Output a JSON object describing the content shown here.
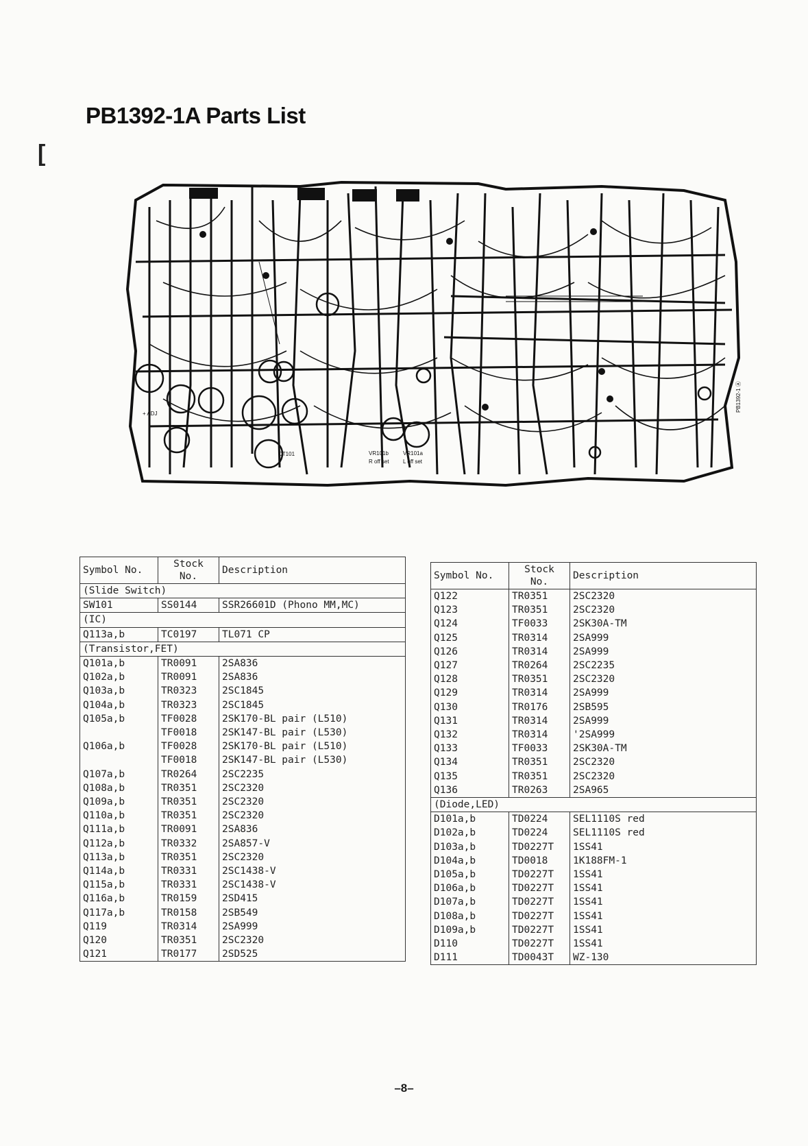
{
  "page": {
    "title": "PB1392-1A Parts List",
    "page_number": "–8–"
  },
  "board": {
    "board_id": "PB1392-1 Ⓐ",
    "labels": {
      "adj": "+ ADJ",
      "vr101b": "VR101b",
      "vr101a": "VR101a",
      "r_offset": "R off set",
      "l_offset": "L off set",
      "ct101": "CT101"
    }
  },
  "left_table": {
    "headers": {
      "symbol": "Symbol No.",
      "stock_line1": "Stock",
      "stock_line2": "No.",
      "description": "Description"
    },
    "sections": {
      "slide_switch": "(Slide Switch)",
      "ic": "(IC)",
      "transistor": "(Transistor,FET)"
    },
    "slide_switch_rows": [
      {
        "symbol": "SW101",
        "stock": "SS0144",
        "desc": "SSR26601D (Phono MM,MC)"
      }
    ],
    "ic_rows": [
      {
        "symbol": "Q113a,b",
        "stock": "TC0197",
        "desc": "TL071 CP"
      }
    ],
    "transistor_rows": [
      {
        "symbol": "Q101a,b",
        "stock": "TR0091",
        "desc": "2SA836"
      },
      {
        "symbol": "Q102a,b",
        "stock": "TR0091",
        "desc": "2SA836"
      },
      {
        "symbol": "Q103a,b",
        "stock": "TR0323",
        "desc": "2SC1845"
      },
      {
        "symbol": "Q104a,b",
        "stock": "TR0323",
        "desc": "2SC1845"
      },
      {
        "symbol": "Q105a,b",
        "stock": "TF0028",
        "desc": "2SK170-BL pair (L510)"
      },
      {
        "symbol": "",
        "stock": "TF0018",
        "desc": "2SK147-BL pair (L530)"
      },
      {
        "symbol": "Q106a,b",
        "stock": "TF0028",
        "desc": "2SK170-BL pair (L510)"
      },
      {
        "symbol": "",
        "stock": "TF0018",
        "desc": "2SK147-BL pair (L530)"
      },
      {
        "symbol": "Q107a,b",
        "stock": "TR0264",
        "desc": "2SC2235"
      },
      {
        "symbol": "Q108a,b",
        "stock": "TR0351",
        "desc": "2SC2320"
      },
      {
        "symbol": "Q109a,b",
        "stock": "TR0351",
        "desc": "2SC2320"
      },
      {
        "symbol": "Q110a,b",
        "stock": "TR0351",
        "desc": "2SC2320"
      },
      {
        "symbol": "Q111a,b",
        "stock": "TR0091",
        "desc": "2SA836"
      },
      {
        "symbol": "Q112a,b",
        "stock": "TR0332",
        "desc": "2SA857-V"
      },
      {
        "symbol": "Q113a,b",
        "stock": "TR0351",
        "desc": "2SC2320"
      },
      {
        "symbol": "Q114a,b",
        "stock": "TR0331",
        "desc": "2SC1438-V"
      },
      {
        "symbol": "Q115a,b",
        "stock": "TR0331",
        "desc": "2SC1438-V"
      },
      {
        "symbol": "Q116a,b",
        "stock": "TR0159",
        "desc": "2SD415"
      },
      {
        "symbol": "Q117a,b",
        "stock": "TR0158",
        "desc": "2SB549"
      },
      {
        "symbol": "Q119",
        "stock": "TR0314",
        "desc": "2SA999"
      },
      {
        "symbol": "Q120",
        "stock": "TR0351",
        "desc": "2SC2320"
      },
      {
        "symbol": "Q121",
        "stock": "TR0177",
        "desc": "2SD525"
      }
    ]
  },
  "right_table": {
    "headers": {
      "symbol": "Symbol No.",
      "stock_line1": "Stock",
      "stock_line2": "No.",
      "description": "Description"
    },
    "sections": {
      "diode": "(Diode,LED)"
    },
    "transistor_rows": [
      {
        "symbol": "Q122",
        "stock": "TR0351",
        "desc": "2SC2320"
      },
      {
        "symbol": "Q123",
        "stock": "TR0351",
        "desc": "2SC2320"
      },
      {
        "symbol": "Q124",
        "stock": "TF0033",
        "desc": "2SK30A-TM"
      },
      {
        "symbol": "Q125",
        "stock": "TR0314",
        "desc": "2SA999"
      },
      {
        "symbol": "Q126",
        "stock": "TR0314",
        "desc": "2SA999"
      },
      {
        "symbol": "Q127",
        "stock": "TR0264",
        "desc": "2SC2235"
      },
      {
        "symbol": "Q128",
        "stock": "TR0351",
        "desc": "2SC2320"
      },
      {
        "symbol": "Q129",
        "stock": "TR0314",
        "desc": "2SA999"
      },
      {
        "symbol": "Q130",
        "stock": "TR0176",
        "desc": "2SB595"
      },
      {
        "symbol": "Q131",
        "stock": "TR0314",
        "desc": "2SA999"
      },
      {
        "symbol": "Q132",
        "stock": "TR0314",
        "desc": "'2SA999"
      },
      {
        "symbol": "Q133",
        "stock": "TF0033",
        "desc": "2SK30A-TM"
      },
      {
        "symbol": "Q134",
        "stock": "TR0351",
        "desc": "2SC2320"
      },
      {
        "symbol": "Q135",
        "stock": "TR0351",
        "desc": "2SC2320"
      },
      {
        "symbol": "Q136",
        "stock": "TR0263",
        "desc": "2SA965"
      }
    ],
    "diode_rows": [
      {
        "symbol": "D101a,b",
        "stock": "TD0224",
        "desc": "SEL1110S red"
      },
      {
        "symbol": "D102a,b",
        "stock": "TD0224",
        "desc": "SEL1110S red"
      },
      {
        "symbol": "D103a,b",
        "stock": "TD0227T",
        "desc": "1SS41"
      },
      {
        "symbol": "D104a,b",
        "stock": "TD0018",
        "desc": "1K188FM-1"
      },
      {
        "symbol": "D105a,b",
        "stock": "TD0227T",
        "desc": "1SS41"
      },
      {
        "symbol": "D106a,b",
        "stock": "TD0227T",
        "desc": "1SS41"
      },
      {
        "symbol": "D107a,b",
        "stock": "TD0227T",
        "desc": "1SS41"
      },
      {
        "symbol": "D108a,b",
        "stock": "TD0227T",
        "desc": "1SS41"
      },
      {
        "symbol": "D109a,b",
        "stock": "TD0227T",
        "desc": "1SS41"
      },
      {
        "symbol": "D110",
        "stock": "TD0227T",
        "desc": "1SS41"
      },
      {
        "symbol": "D111",
        "stock": "TD0043T",
        "desc": "WZ-130"
      }
    ]
  }
}
